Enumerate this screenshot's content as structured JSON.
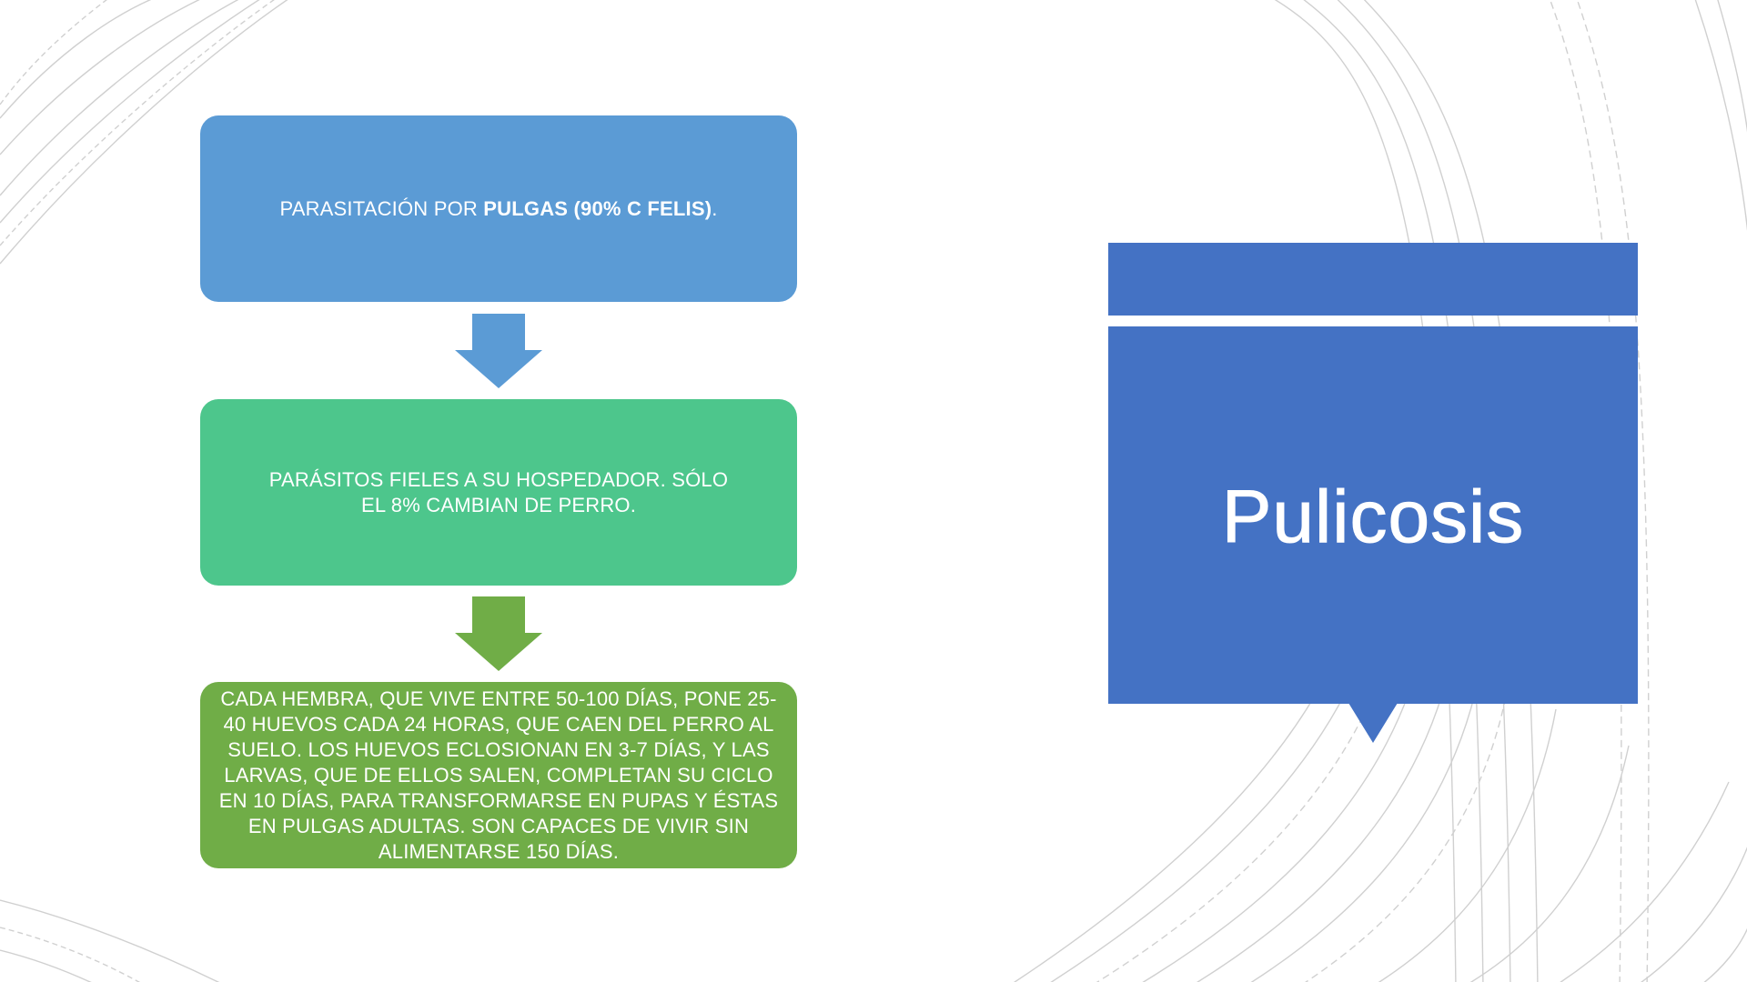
{
  "slide": {
    "title": "Pulicosis",
    "colors": {
      "title_block": "#4472c4",
      "step1": "#5b9bd5",
      "step2": "#4dc68c",
      "step3": "#70ad47",
      "background_arcs": "#d0d0d0"
    }
  },
  "flow": {
    "step1": {
      "text_before": "PARASITACIÓN POR ",
      "text_bold": "PULGAS (90% C FELIS)",
      "text_after": "."
    },
    "step2": {
      "text": "PARÁSITOS FIELES A SU HOSPEDADOR. SÓLO EL 8% CAMBIAN DE PERRO."
    },
    "step3": {
      "text": "CADA HEMBRA, QUE VIVE ENTRE 50-100 DÍAS, PONE 25-40 HUEVOS CADA 24 HORAS, QUE CAEN DEL PERRO AL SUELO. LOS HUEVOS ECLOSIONAN EN 3-7 DÍAS, Y LAS LARVAS, QUE DE ELLOS SALEN, COMPLETAN SU CICLO EN 10 DÍAS, PARA TRANSFORMARSE EN PUPAS Y ÉSTAS EN PULGAS ADULTAS. SON CAPACES DE VIVIR SIN ALIMENTARSE 150 DÍAS."
    }
  }
}
